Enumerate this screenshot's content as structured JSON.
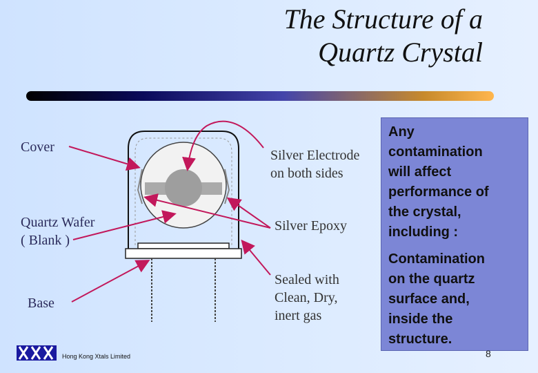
{
  "title": {
    "line1": "The Structure of a",
    "line2": "Quartz Crystal"
  },
  "labels": {
    "cover": "Cover",
    "wafer_line1": "Quartz Wafer",
    "wafer_line2": "( Blank )",
    "base": "Base",
    "electrode_line1": "Silver Electrode",
    "electrode_line2": "on both sides",
    "epoxy": "Silver Epoxy",
    "sealed_line1": "Sealed with",
    "sealed_line2": "Clean, Dry,",
    "sealed_line3": "inert gas"
  },
  "note": {
    "intro": [
      "Any",
      "contamination",
      "will affect",
      "performance of",
      "the crystal,",
      "including :"
    ],
    "detail": [
      "Contamination",
      "on the quartz",
      "surface and,",
      "inside the",
      "structure."
    ]
  },
  "footer": {
    "company": "Hong Kong Xtals Limited",
    "page": "8"
  },
  "colors": {
    "arrow": "#c2185b",
    "note_bg": "#7c86d6"
  }
}
